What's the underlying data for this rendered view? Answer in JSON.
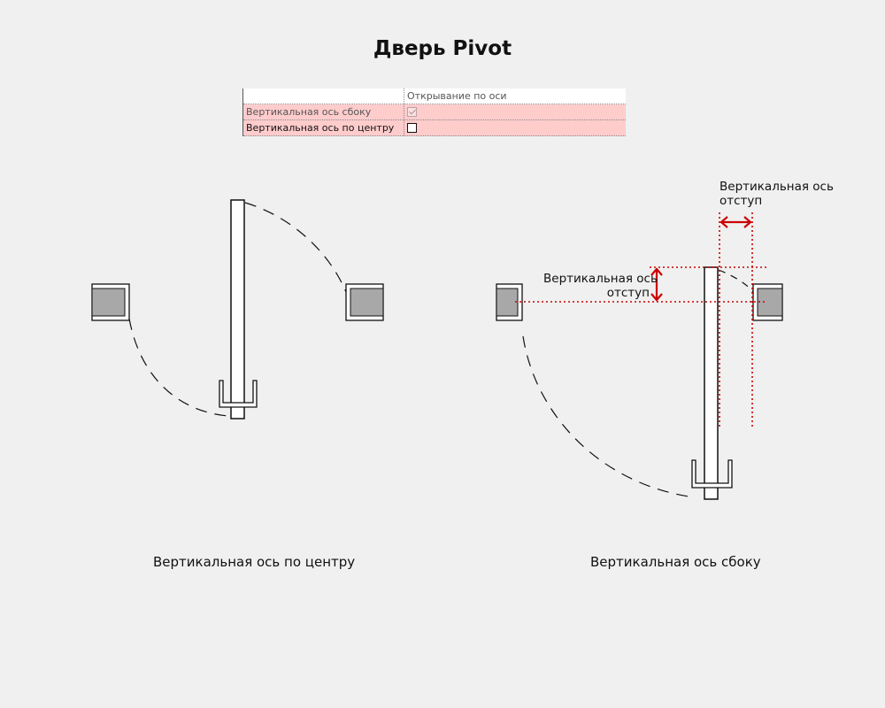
{
  "title": "Дверь Pivot",
  "parameters": {
    "header": "Открывание по оси",
    "rows": [
      {
        "label": "Вертикальная ось сбоку",
        "checked": true,
        "enabled": false
      },
      {
        "label": "Вертикальная ось по центру",
        "checked": false,
        "enabled": true
      }
    ]
  },
  "diagrams": {
    "center": {
      "caption": "Вертикальная ось по центру"
    },
    "side": {
      "caption": "Вертикальная ось сбоку",
      "offset_top_label": [
        "Вертикальная ось",
        "отступ"
      ],
      "offset_left_label": [
        "Вертикальная ось",
        "отступ"
      ]
    }
  },
  "colors": {
    "background": "#f0f0f0",
    "dimension": "#cc0000",
    "wall_fill": "#a8a8a8",
    "highlight": "#ffcccc"
  }
}
